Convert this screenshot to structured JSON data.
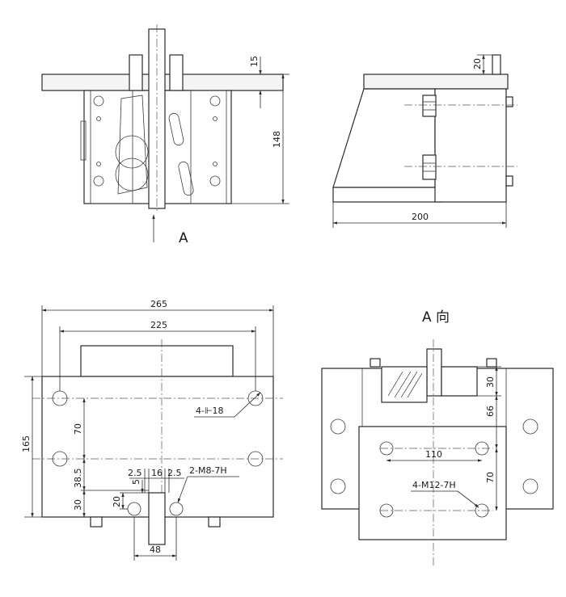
{
  "views": {
    "front": {
      "dims": {
        "top_thickness": "15",
        "height": "148"
      },
      "arrow_label": "A"
    },
    "side": {
      "dims": {
        "top_thickness": "20",
        "depth": "200"
      }
    },
    "bottom": {
      "dims": {
        "overall_width": "265",
        "hole_spacing": "225",
        "overall_height": "165",
        "hole_vertical": "70",
        "dim_38_5": "38.5",
        "dim_30": "30",
        "dim_20": "20",
        "dim_5": "5",
        "dim_2_5_left": "2.5",
        "dim_16": "16",
        "dim_2_5_right": "2.5",
        "dim_48": "48"
      },
      "callouts": {
        "holes": "4-⊩18",
        "threads": "2-M8-7H"
      }
    },
    "view_a": {
      "title": "A 向",
      "dims": {
        "dim_30": "30",
        "dim_66": "66",
        "dim_110": "110",
        "dim_70": "70"
      },
      "callouts": {
        "threads": "4-M12-7H"
      }
    }
  }
}
